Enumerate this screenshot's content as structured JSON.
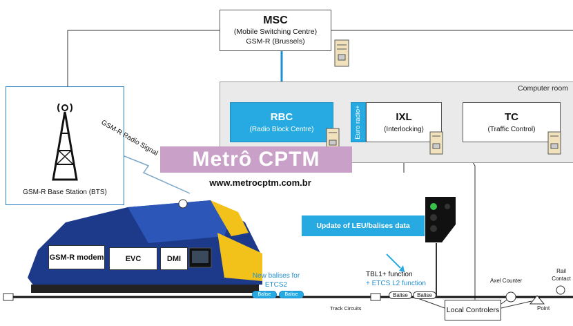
{
  "msc": {
    "title": "MSC",
    "subtitle": "(Mobile Switching Centre)",
    "location": "GSM-R (Brussels)"
  },
  "computer_room": {
    "label": "Computer room"
  },
  "rbc": {
    "title": "RBC",
    "subtitle": "(Radio Block Centre)"
  },
  "euroradio": {
    "label": "Euro radio+"
  },
  "ixl": {
    "title": "IXL",
    "subtitle": "(Interlocking)"
  },
  "tc": {
    "title": "TC",
    "subtitle": "(Traffic Control)"
  },
  "bts": {
    "label": "GSM-R Base Station (BTS)"
  },
  "radio_signal": {
    "label": "GSM-R Radio Signal"
  },
  "watermark": {
    "text": "Metrô CPTM",
    "url": "www.metrocptm.com.br"
  },
  "onboard": {
    "gsmr_modem": "GSM-R modem",
    "evc": "EVC",
    "dmi": "DMI"
  },
  "new_balises": {
    "label": "New balises for ETCS2"
  },
  "balise_label": "Balise",
  "update_callout": "Update of LEU/balises data",
  "functions": {
    "line1": "TBL1+ function",
    "line2": "+ ETCS L2 function"
  },
  "trackside": {
    "track_circuits": "Track Circuits",
    "axel_counter": "Axel Counter",
    "rail_contact": "Rail Contact",
    "point": "Point",
    "local_controllers": "Local Controlers"
  },
  "colors": {
    "accent_blue": "#27aae1",
    "room_gray": "#eaeaea",
    "watermark": "#c9a0c8"
  }
}
